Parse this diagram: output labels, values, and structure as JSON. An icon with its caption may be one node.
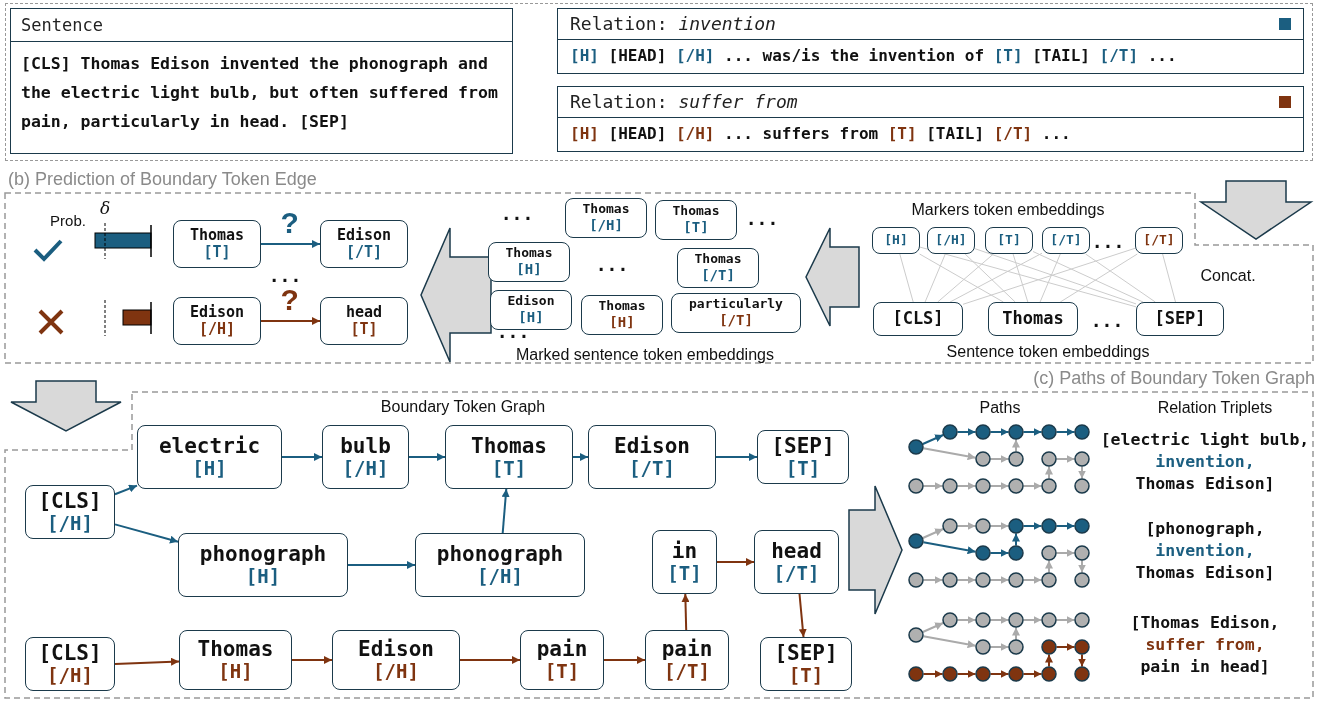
{
  "diagram": {
    "nodes": [
      {
        "text": [
          "Sentence",
          "[CLS] Thomas Edison invented the phonograph and the electric light bulb, but often suffered from pain, particularly in head. [SEP]"
        ]
      },
      {
        "text": [
          "Relation: *invention*",
          "[H]",
          "[HEAD]",
          "[/H]",
          "... was/is the invention of",
          "[T]",
          "[TAIL]",
          "[/T]",
          "..."
        ]
      },
      {
        "text": [
          "Relation: *suffer from*",
          "[H]",
          "[HEAD]",
          "[/H]",
          "... suffers from",
          "[T]",
          "[TAIL]",
          "[/T]",
          "..."
        ]
      },
      {
        "text": [
          "(b) Prediction of Boundary Token Edge"
        ]
      },
      {
        "text": [
          "Thomas",
          "[T]"
        ],
        "in": 3
      },
      {
        "text": [
          "Edison",
          "[/T]"
        ],
        "in": 3
      },
      {
        "text": [
          "Edison",
          "[/H]"
        ],
        "in": 3
      },
      {
        "text": [
          "head",
          "[T]"
        ],
        "in": 3
      },
      {
        "text": [
          "Thomas",
          "[/H]"
        ],
        "in": 40
      },
      {
        "text": [
          "Thomas",
          "[T]"
        ],
        "in": 40
      },
      {
        "text": [
          "Thomas",
          "[H]"
        ],
        "in": 40
      },
      {
        "text": [
          "Thomas",
          "[/T]"
        ],
        "in": 40
      },
      {
        "text": [
          "Edison",
          "[H]"
        ],
        "in": 40
      },
      {
        "text": [
          "Thomas",
          "[H]"
        ],
        "in": 40
      },
      {
        "text": [
          "particularly",
          "[/T]"
        ],
        "in": 40
      },
      {
        "text": [
          "[H]"
        ],
        "in": 3
      },
      {
        "text": [
          "[/H]"
        ],
        "in": 3
      },
      {
        "text": [
          "[T]"
        ],
        "in": 3
      },
      {
        "text": [
          "[/T]"
        ],
        "in": 3
      },
      {
        "text": [
          "[/T]"
        ],
        "in": 3
      },
      {
        "text": [
          "[CLS]"
        ],
        "in": 3
      },
      {
        "text": [
          "Thomas"
        ],
        "in": 3
      },
      {
        "text": [
          "[SEP]"
        ],
        "in": 3
      },
      {
        "text": [
          "(c) Paths of Boundary Token Graph"
        ]
      },
      {
        "text": [
          "electric",
          "[H]"
        ],
        "in": 41
      },
      {
        "text": [
          "bulb",
          "[/H]"
        ],
        "in": 41
      },
      {
        "text": [
          "Thomas",
          "[T]"
        ],
        "in": 41
      },
      {
        "text": [
          "Edison",
          "[/T]"
        ],
        "in": 41
      },
      {
        "text": [
          "[SEP]",
          "[T]"
        ],
        "in": 41
      },
      {
        "text": [
          "[CLS]",
          "[/H]"
        ],
        "in": 41
      },
      {
        "text": [
          "phonograph",
          "[H]"
        ],
        "in": 41
      },
      {
        "text": [
          "phonograph",
          "[/H]"
        ],
        "in": 41
      },
      {
        "text": [
          "in",
          "[T]"
        ],
        "in": 41
      },
      {
        "text": [
          "head",
          "[/T]"
        ],
        "in": 41
      },
      {
        "text": [
          "[CLS]",
          "[/H]"
        ],
        "in": 41
      },
      {
        "text": [
          "Thomas",
          "[H]"
        ],
        "in": 41
      },
      {
        "text": [
          "Edison",
          "[/H]"
        ],
        "in": 41
      },
      {
        "text": [
          "pain",
          "[T]"
        ],
        "in": 41
      },
      {
        "text": [
          "pain",
          "[/T]"
        ],
        "in": 41
      },
      {
        "text": [
          "[SEP]",
          "[T]"
        ],
        "in": 41
      },
      {
        "text": [
          "Marked sentence token embeddings"
        ],
        "in": 3
      },
      {
        "text": [
          "Boundary Token Graph"
        ],
        "in": 23
      }
    ],
    "edges": [
      {
        "from": 4,
        "to": 5,
        "arrow": "to",
        "label": "?",
        "color": "#1b5e80"
      },
      {
        "from": 6,
        "to": 7,
        "arrow": "to",
        "label": "?",
        "color": "#7f3410"
      },
      {
        "from": 15,
        "to": 20,
        "arrow": "none",
        "color": "#cccccc"
      },
      {
        "from": 15,
        "to": 21,
        "arrow": "none",
        "color": "#cccccc"
      },
      {
        "from": 15,
        "to": 22,
        "arrow": "none",
        "color": "#cccccc"
      },
      {
        "from": 16,
        "to": 20,
        "arrow": "none",
        "color": "#cccccc"
      },
      {
        "from": 16,
        "to": 21,
        "arrow": "none",
        "color": "#cccccc"
      },
      {
        "from": 16,
        "to": 22,
        "arrow": "none",
        "color": "#cccccc"
      },
      {
        "from": 17,
        "to": 20,
        "arrow": "none",
        "color": "#cccccc"
      },
      {
        "from": 17,
        "to": 21,
        "arrow": "none",
        "color": "#cccccc"
      },
      {
        "from": 17,
        "to": 22,
        "arrow": "none",
        "color": "#cccccc"
      },
      {
        "from": 18,
        "to": 20,
        "arrow": "none",
        "color": "#cccccc"
      },
      {
        "from": 18,
        "to": 21,
        "arrow": "none",
        "color": "#cccccc"
      },
      {
        "from": 18,
        "to": 22,
        "arrow": "none",
        "color": "#cccccc"
      },
      {
        "from": 19,
        "to": 20,
        "arrow": "none",
        "color": "#cccccc"
      },
      {
        "from": 19,
        "to": 21,
        "arrow": "none",
        "color": "#cccccc"
      },
      {
        "from": 19,
        "to": 22,
        "arrow": "none",
        "color": "#cccccc"
      },
      {
        "from": 29,
        "to": 24,
        "arrow": "to",
        "color": "#1b5e80"
      },
      {
        "from": 24,
        "to": 25,
        "arrow": "to",
        "color": "#1b5e80"
      },
      {
        "from": 25,
        "to": 26,
        "arrow": "to",
        "color": "#1b5e80"
      },
      {
        "from": 26,
        "to": 27,
        "arrow": "to",
        "color": "#1b5e80"
      },
      {
        "from": 27,
        "to": 28,
        "arrow": "to",
        "color": "#1b5e80"
      },
      {
        "from": 29,
        "to": 30,
        "arrow": "to",
        "color": "#1b5e80"
      },
      {
        "from": 30,
        "to": 31,
        "arrow": "to",
        "color": "#1b5e80"
      },
      {
        "from": 31,
        "to": 26,
        "arrow": "to",
        "color": "#1b5e80"
      },
      {
        "from": 34,
        "to": 35,
        "arrow": "to",
        "color": "#7f3410"
      },
      {
        "from": 35,
        "to": 36,
        "arrow": "to",
        "color": "#7f3410"
      },
      {
        "from": 36,
        "to": 37,
        "arrow": "to",
        "color": "#7f3410"
      },
      {
        "from": 37,
        "to": 38,
        "arrow": "to",
        "color": "#7f3410"
      },
      {
        "from": 38,
        "to": 32,
        "arrow": "to",
        "color": "#7f3410"
      },
      {
        "from": 32,
        "to": 33,
        "arrow": "to",
        "color": "#7f3410"
      },
      {
        "from": 33,
        "to": 39,
        "arrow": "to",
        "color": "#7f3410"
      },
      {
        "from": 40,
        "to": null,
        "arrow": "to"
      },
      {
        "from": null,
        "to": 40,
        "arrow": "to"
      },
      {
        "from": 41,
        "to": null,
        "arrow": "to"
      }
    ],
    "labels": [
      "Prob.",
      "δ",
      "...",
      "...",
      "...",
      "...",
      "...",
      "Markers token embeddings",
      "...",
      "Concat.",
      "...",
      "Sentence token embeddings",
      "Paths",
      "Relation Triplets",
      "[electric light bulb,",
      "invention,",
      "Thomas Edison]",
      "[phonograph,",
      "invention,",
      "Thomas Edison]",
      "[Thomas Edison,",
      "suffer from,",
      "pain in head]"
    ]
  }
}
